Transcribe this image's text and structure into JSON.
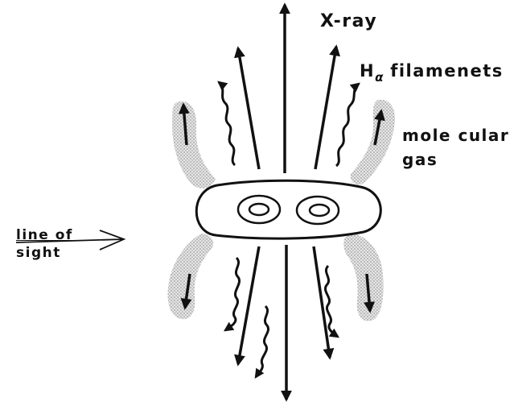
{
  "labels": {
    "xray": "X-ray",
    "halpha_main": "H",
    "halpha_sub": "α",
    "halpha_rest": " filamenets",
    "molecular_line1": "mole cular",
    "molecular_line2": "gas",
    "line_of_sight_line1": "line of",
    "line_of_sight_line2": "sight"
  },
  "colors": {
    "ink": "#111111",
    "gas_stipple": "#b8b8b8",
    "background": "#ffffff"
  }
}
